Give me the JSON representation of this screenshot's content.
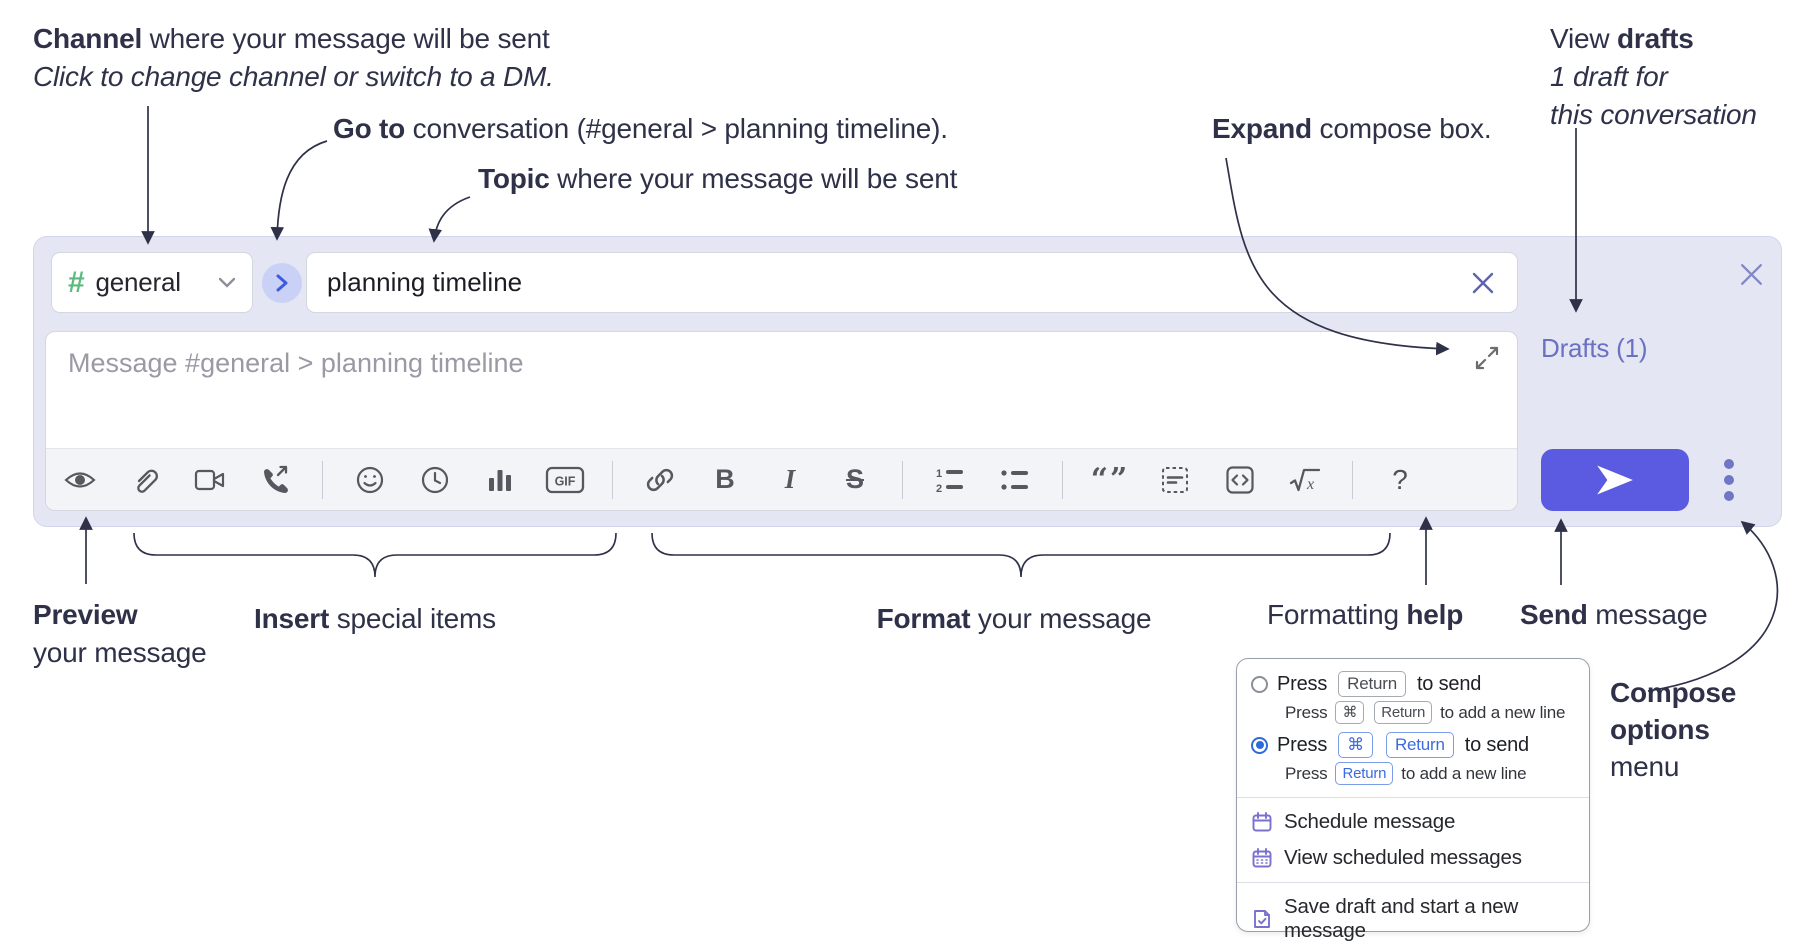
{
  "annotations": {
    "channel": {
      "bold": "Channel",
      "rest": " where your message will be sent",
      "line2": "Click to change channel or switch to a DM."
    },
    "goto": {
      "bold": "Go to",
      "rest": " conversation (#general > planning timeline)."
    },
    "topic": {
      "bold": "Topic",
      "rest": " where your message will be sent"
    },
    "expand": {
      "bold": "Expand",
      "rest": " compose box."
    },
    "view_drafts": {
      "pre": "View ",
      "bold": "drafts",
      "line2": "1 draft for",
      "line3": "this conversation"
    },
    "preview": {
      "bold": "Preview",
      "line2": "your message"
    },
    "insert": {
      "bold": "Insert",
      "rest": " special items"
    },
    "format": {
      "bold": "Format",
      "rest": " your message"
    },
    "formatting_help": {
      "pre": "Formatting ",
      "bold": "help"
    },
    "send": {
      "bold": "Send",
      "rest": " message"
    },
    "compose_options": {
      "line1": "Compose",
      "line2": "options",
      "line3": "menu"
    }
  },
  "compose": {
    "channel_selector": {
      "hash": "#",
      "channel_name": "general"
    },
    "topic_input": {
      "value": "planning timeline"
    },
    "message_input": {
      "placeholder": "Message #general > planning timeline"
    },
    "drafts_link": "Drafts (1)",
    "toolbar_glyphs": {
      "bold": "B",
      "italic": "I",
      "strike": "S",
      "gif": "GIF",
      "ol_1": "1",
      "ol_2": "2",
      "quote": "“”",
      "math_x": "x",
      "help": "?"
    }
  },
  "menu": {
    "opt1": {
      "p1": "Press",
      "k1": "Return",
      "p2": "to send",
      "s1": "Press",
      "sk1": "⌘",
      "sk2": "Return",
      "s2": "to add a new line"
    },
    "opt2": {
      "p1": "Press",
      "k1": "⌘",
      "k2": "Return",
      "p2": "to send",
      "s1": "Press",
      "sk1": "Return",
      "s2": "to add a new line"
    },
    "items": {
      "schedule": "Schedule message",
      "view_scheduled": "View scheduled messages",
      "save_draft": "Save draft and start a new message"
    }
  },
  "colors": {
    "container_bg": "#e4e6f4",
    "accent_send": "#5a5be0",
    "channel_green": "#5cba7e",
    "link_purple": "#6a71c3",
    "key_blue": "#3b6be0",
    "menu_icon_purple": "#7a71cf"
  }
}
